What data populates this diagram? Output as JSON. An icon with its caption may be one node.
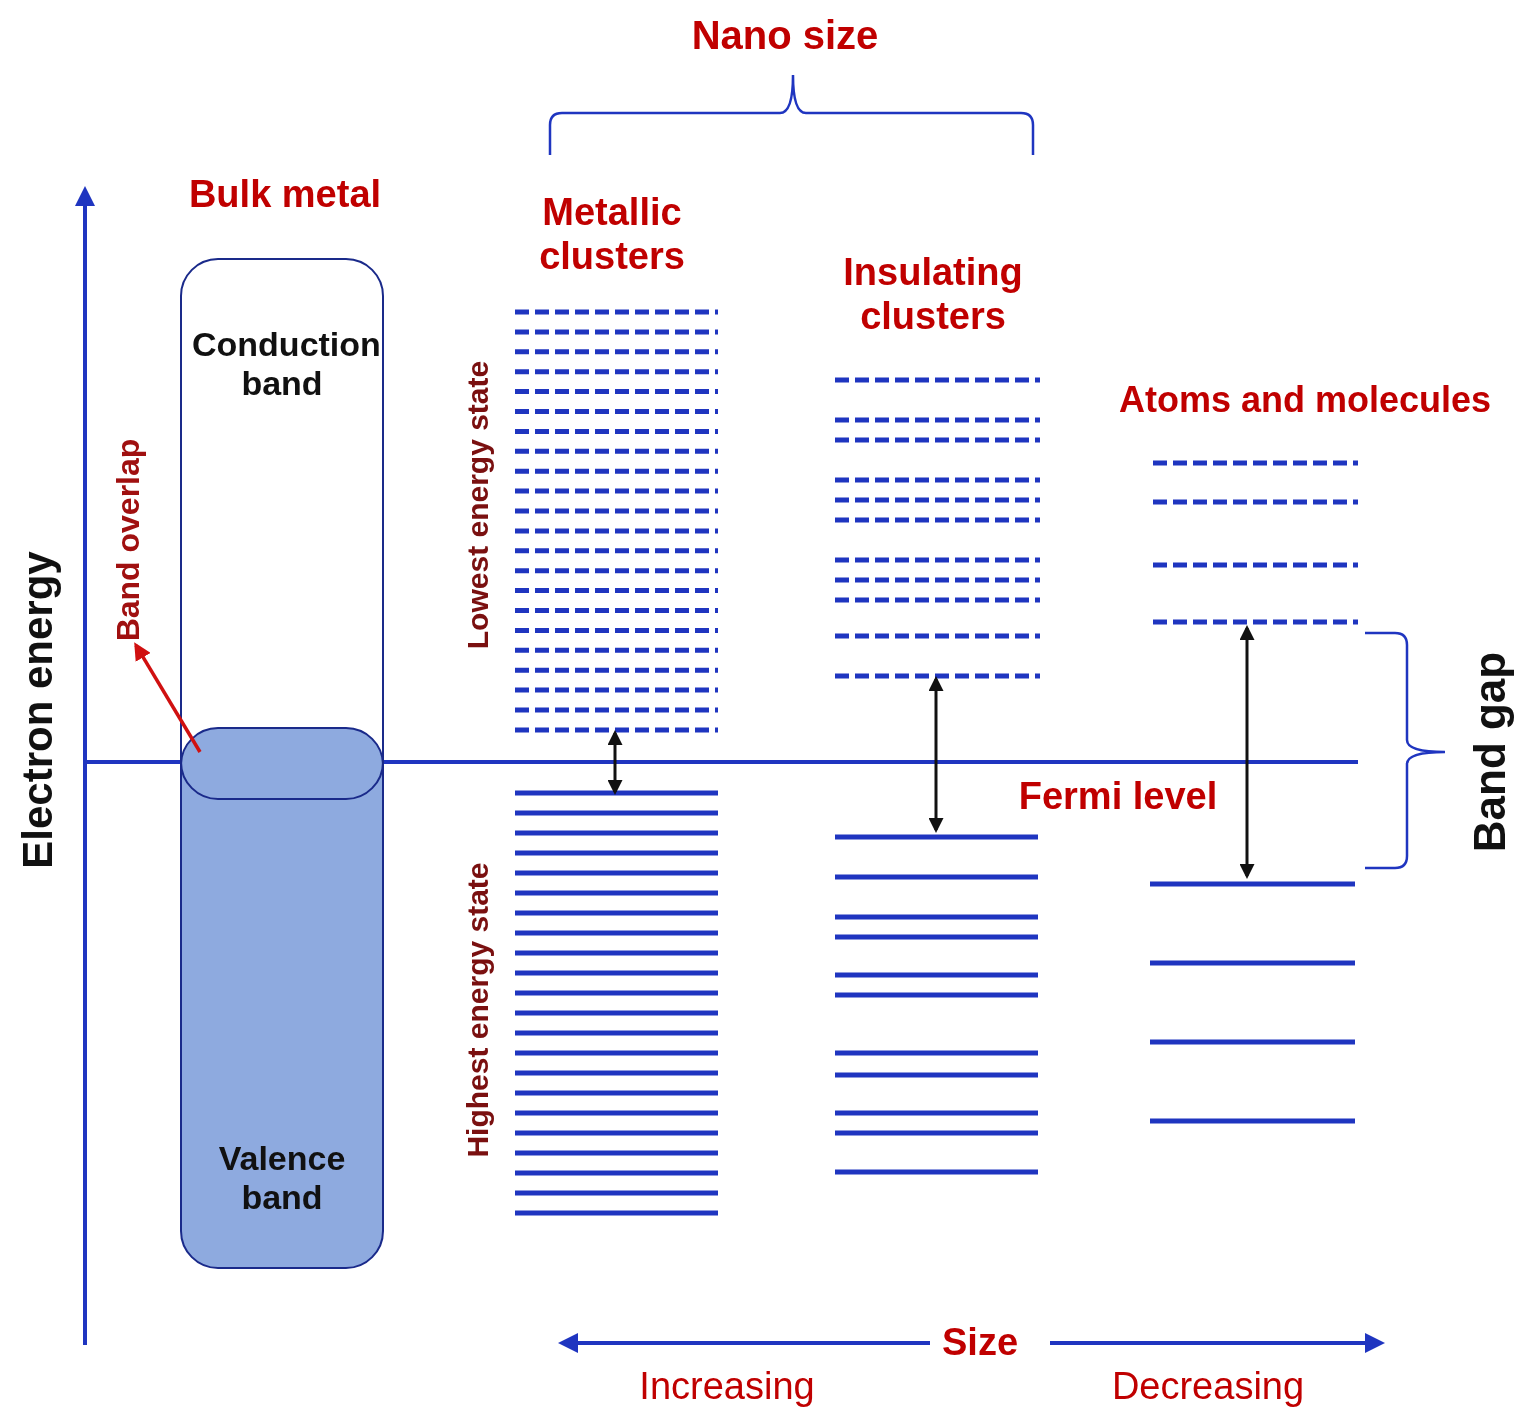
{
  "diagram": {
    "nodes": [
      {
        "text": [
          "Band overlap"
        ]
      },
      {
        "text": [
          "Conduction band"
        ]
      },
      {
        "text": [
          "Valence band"
        ]
      }
    ],
    "edges": [
      {
        "from": 1,
        "to": 0,
        "arrow": "to",
        "color": "#d01010"
      }
    ],
    "labels": [
      "Nano size",
      "Bulk metal",
      "Metallic clusters",
      "Insulating clusters",
      "Atoms and molecules",
      "Electron energy",
      "Lowest energy state",
      "Highest energy state",
      "Fermi level",
      "Band gap",
      "Size",
      "Increasing",
      "Decreasing"
    ]
  }
}
